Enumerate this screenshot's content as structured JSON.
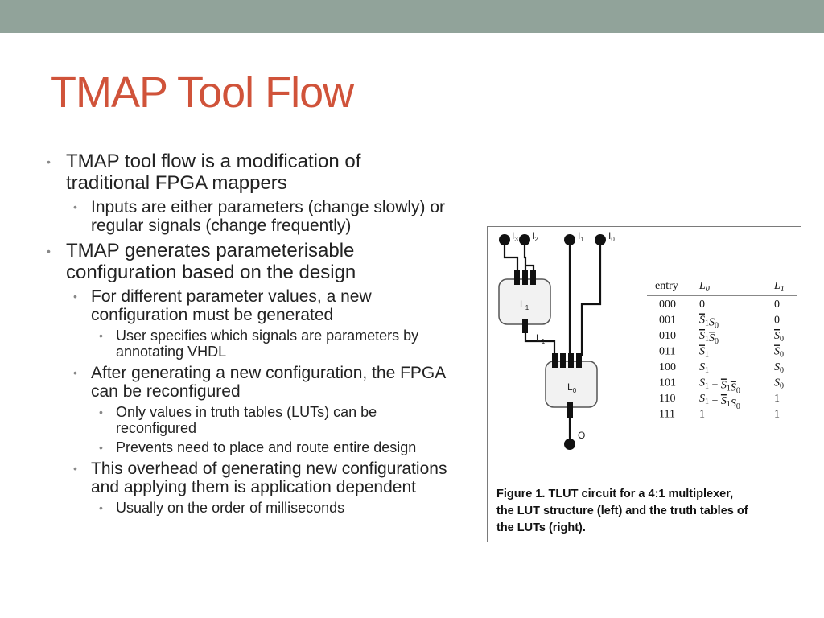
{
  "slide": {
    "title": "TMAP Tool Flow",
    "bullets": [
      {
        "level": 1,
        "lines": [
          "TMAP tool flow is a modification of",
          "traditional FPGA mappers"
        ]
      },
      {
        "level": 2,
        "lines": [
          "Inputs are either parameters (change slowly) or",
          "regular signals (change frequently)"
        ]
      },
      {
        "level": 1,
        "lines": [
          "TMAP generates parameterisable",
          "configuration based on the design"
        ]
      },
      {
        "level": 2,
        "lines": [
          "For different parameter values, a new",
          "configuration must be generated"
        ]
      },
      {
        "level": 3,
        "lines": [
          "User specifies which signals are parameters by",
          "annotating VHDL"
        ]
      },
      {
        "level": 2,
        "lines": [
          "After generating a new configuration, the FPGA",
          "can be reconfigured"
        ]
      },
      {
        "level": 3,
        "lines": [
          "Only values in truth tables (LUTs) can be",
          "reconfigured"
        ]
      },
      {
        "level": 3,
        "lines": [
          "Prevents need to place and route entire design"
        ]
      },
      {
        "level": 2,
        "lines": [
          "This overhead of generating new configurations",
          "and applying them is application dependent"
        ]
      },
      {
        "level": 3,
        "lines": [
          "Usually on the order of milliseconds"
        ]
      }
    ]
  },
  "figure": {
    "inputs": [
      "I3",
      "I2",
      "I1",
      "I0"
    ],
    "lut_top": "L1",
    "lut_top_out": "L1",
    "lut_bottom": "L0",
    "output": "O",
    "table": {
      "headers": [
        "entry",
        "L0",
        "L1"
      ],
      "rows": [
        [
          "000",
          "0",
          "0"
        ],
        [
          "001",
          "S̅1S0",
          "0"
        ],
        [
          "010",
          "S̅1S̅0",
          "S̅0"
        ],
        [
          "011",
          "S̅1",
          "S̅0"
        ],
        [
          "100",
          "S1",
          "S0"
        ],
        [
          "101",
          "S1 + S̅1S̅0",
          "S0"
        ],
        [
          "110",
          "S1 + S̅1S0",
          "1"
        ],
        [
          "111",
          "1",
          "1"
        ]
      ]
    },
    "caption_lines": [
      "Figure 1.  TLUT circuit for a 4:1 multiplexer,",
      "the LUT structure (left) and the truth tables of",
      "the LUTs (right)."
    ]
  }
}
